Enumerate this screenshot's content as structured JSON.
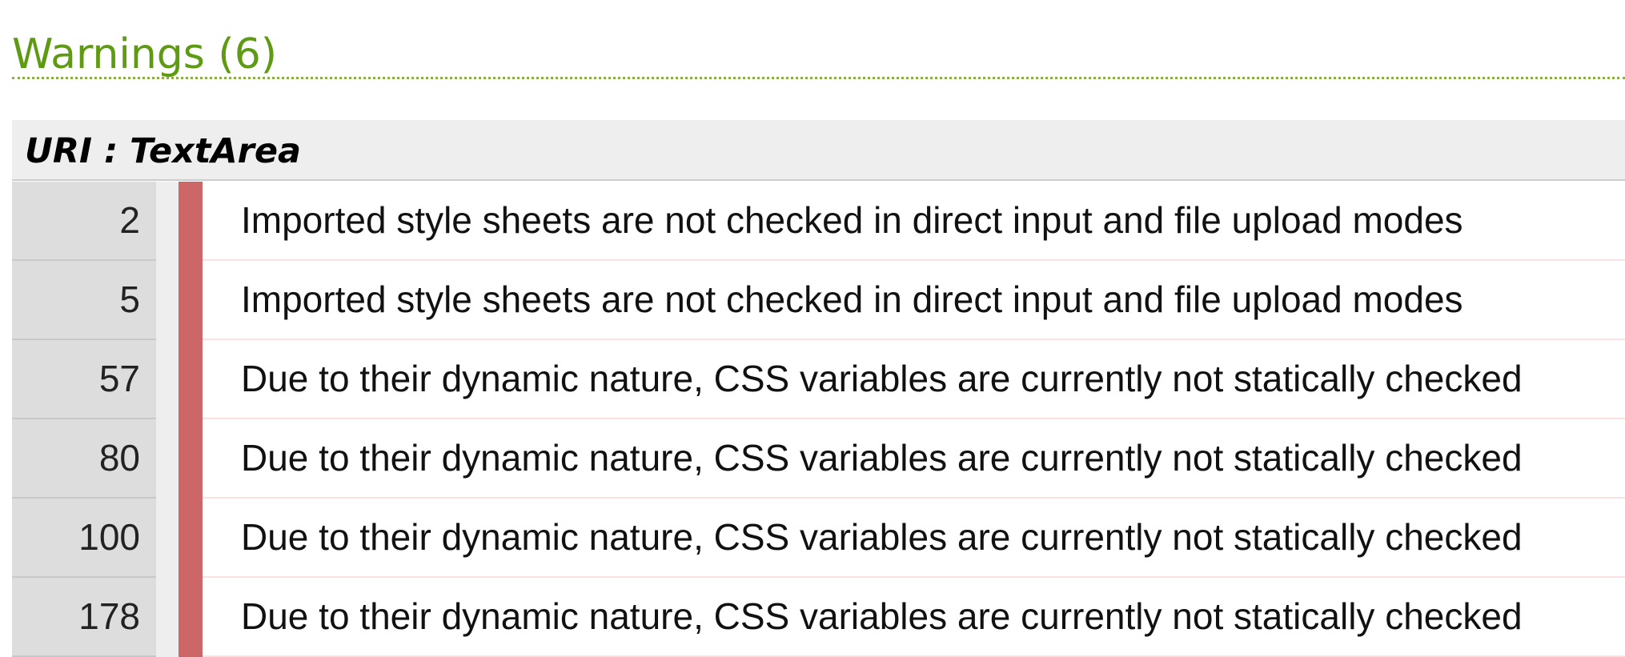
{
  "heading": {
    "title": "Warnings (6)"
  },
  "group": {
    "label": "URI : TextArea"
  },
  "warnings": [
    {
      "line": "2",
      "message": "Imported style sheets are not checked in direct input and file upload modes"
    },
    {
      "line": "5",
      "message": "Imported style sheets are not checked in direct input and file upload modes"
    },
    {
      "line": "57",
      "message": "Due to their dynamic nature, CSS variables are currently not statically checked"
    },
    {
      "line": "80",
      "message": "Due to their dynamic nature, CSS variables are currently not statically checked"
    },
    {
      "line": "100",
      "message": "Due to their dynamic nature, CSS variables are currently not statically checked"
    },
    {
      "line": "178",
      "message": "Due to their dynamic nature, CSS variables are currently not statically checked"
    }
  ],
  "colors": {
    "heading": "#5e9a12",
    "marker": "#cd6767",
    "line_cell_bg": "#dddddd",
    "header_bg": "#eeeeee"
  }
}
